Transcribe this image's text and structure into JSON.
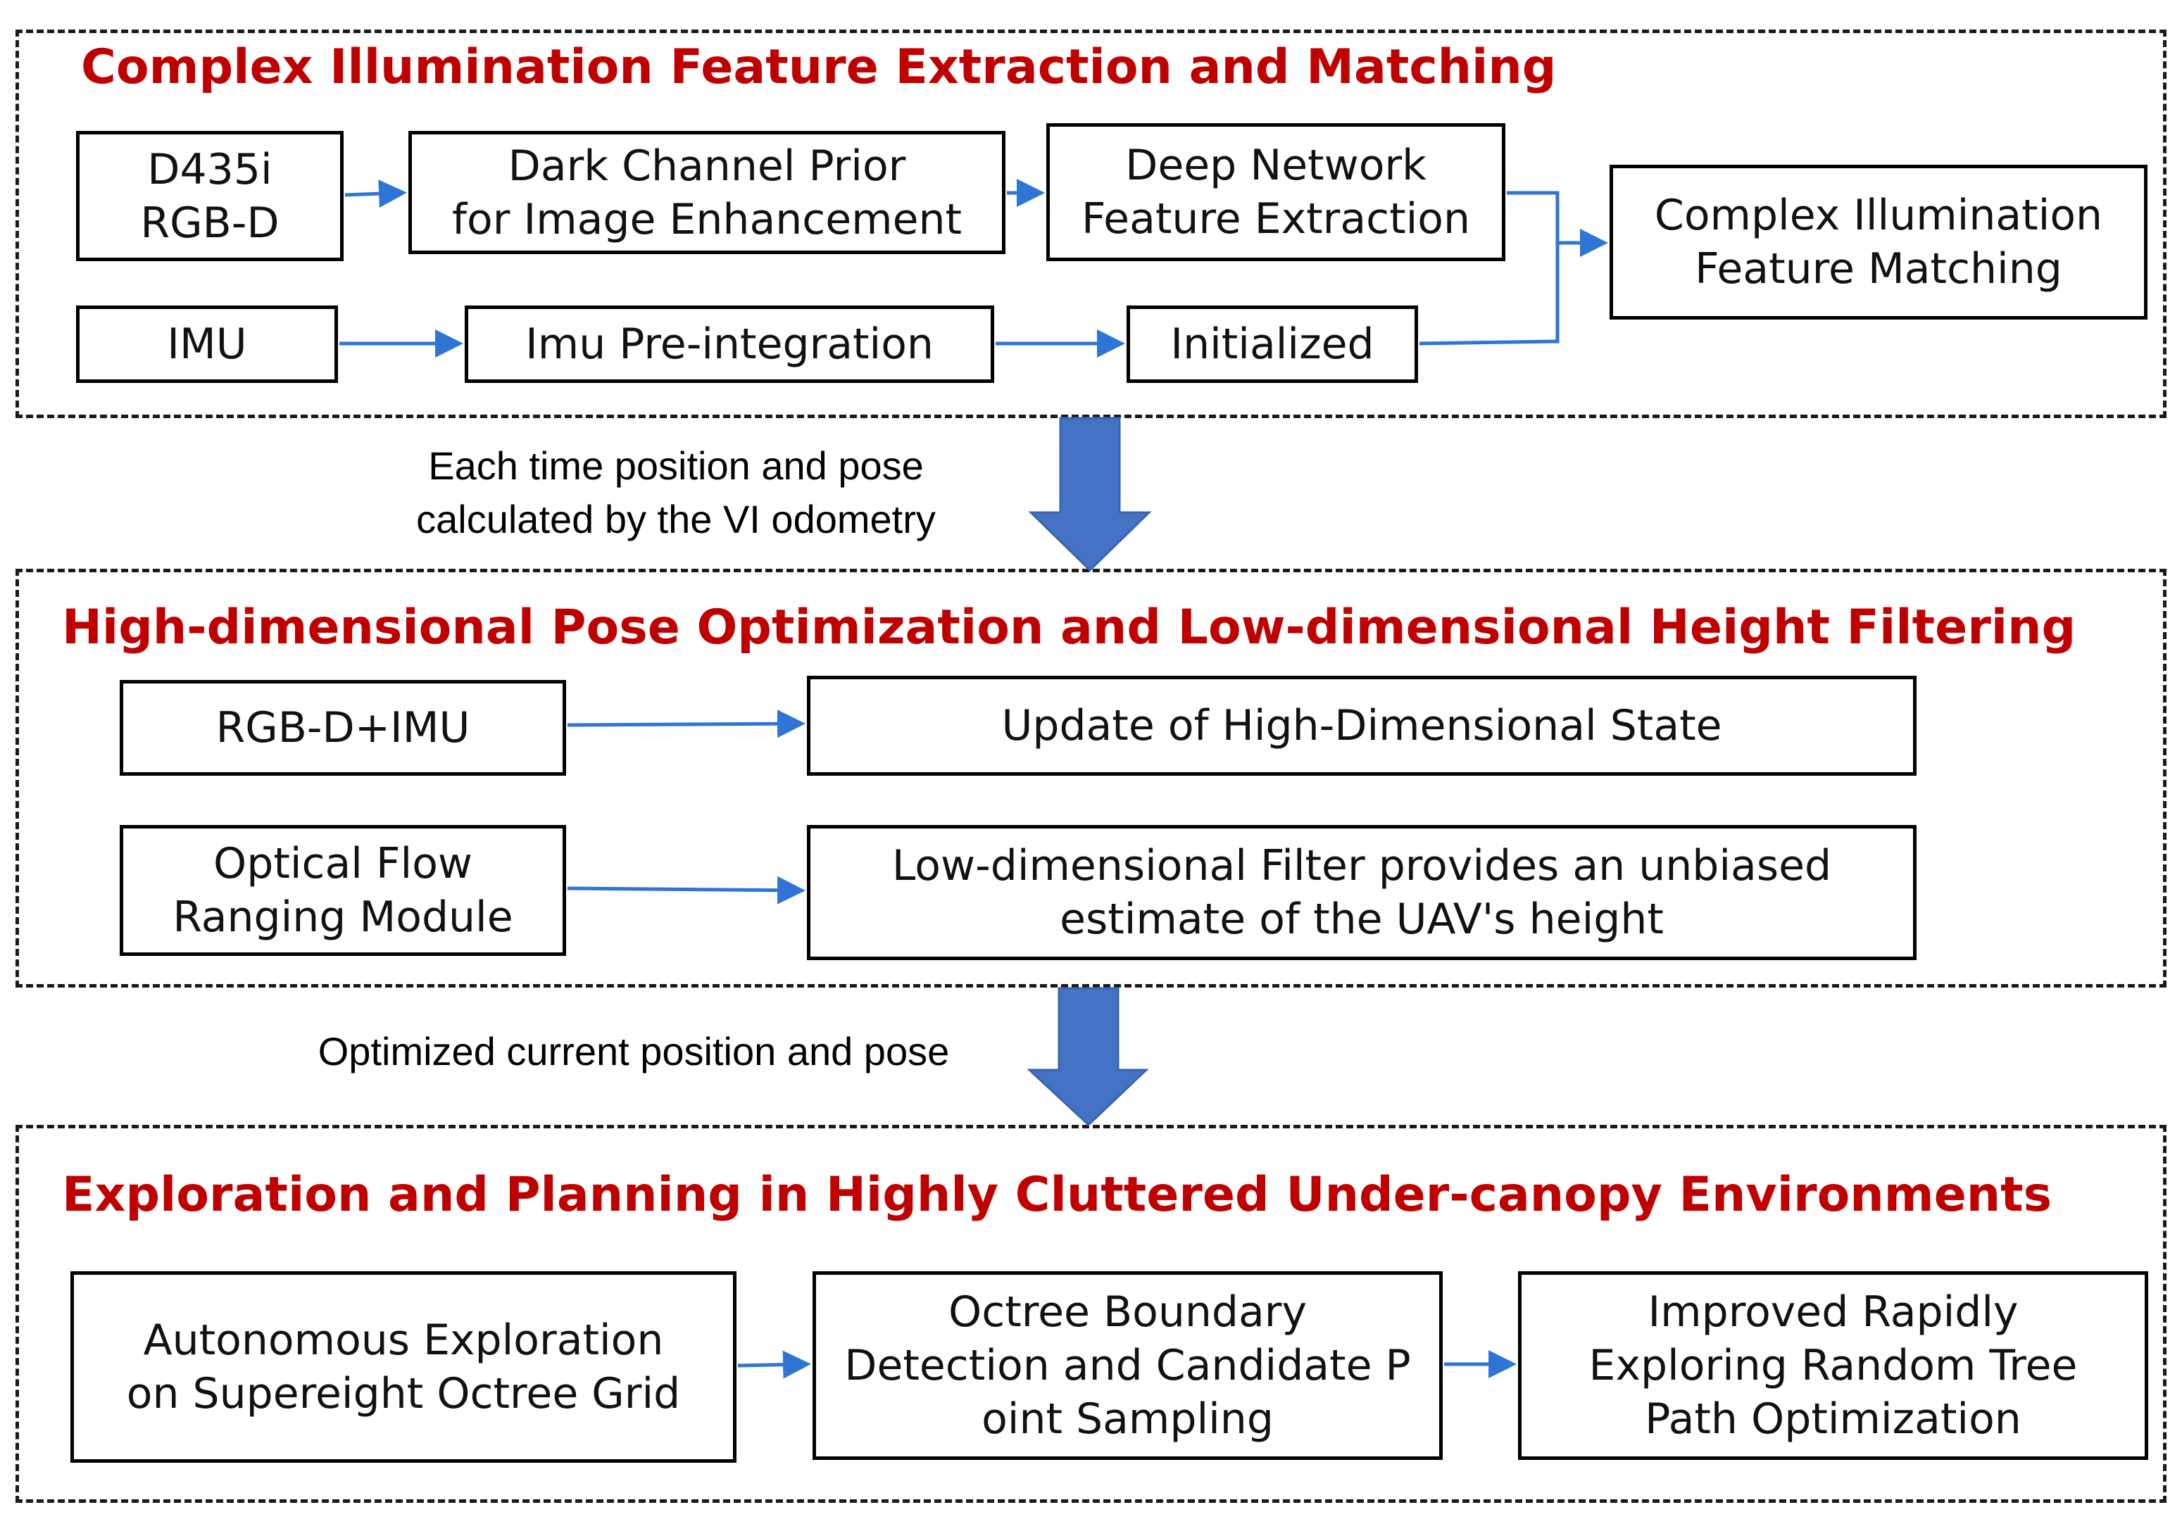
{
  "colors": {
    "title_red": "#c00000",
    "arrow_blue": "#2e75d6",
    "block_arrow": "#4472c4",
    "border": "#000000"
  },
  "sections": {
    "s1": {
      "title": "Complex Illumination Feature Extraction and Matching",
      "boxes": {
        "d435i": "D435i\nRGB-D",
        "dark_channel": "Dark Channel Prior\nfor Image Enhancement",
        "deep_network": "Deep Network\nFeature Extraction",
        "imu": "IMU",
        "preint": "Imu Pre-integration",
        "initialized": "Initialized",
        "matching": "Complex Illumination\nFeature Matching"
      }
    },
    "s2": {
      "title": "High-dimensional  Pose Optimization and Low-dimensional  Height Filtering",
      "boxes": {
        "rgbd_imu": "RGB-D+IMU",
        "update": "Update of High-Dimensional State",
        "optical_flow": "Optical Flow\nRanging Module",
        "low_dim": "Low-dimensional Filter provides an unbiased\nestimate of the UAV's height"
      }
    },
    "s3": {
      "title": "Exploration and Planning in Highly Cluttered Under-canopy Environments",
      "boxes": {
        "autonomous": "Autonomous Exploration\non Supereight Octree Grid",
        "octree": "Octree Boundary\nDetection and Candidate P\noint Sampling",
        "rrt": "Improved Rapidly\nExploring  Random Tree\nPath Optimization"
      }
    }
  },
  "captions": {
    "c1": "Each time position and pose\ncalculated by the VI odometry",
    "c2": "Optimized current position and pose"
  }
}
